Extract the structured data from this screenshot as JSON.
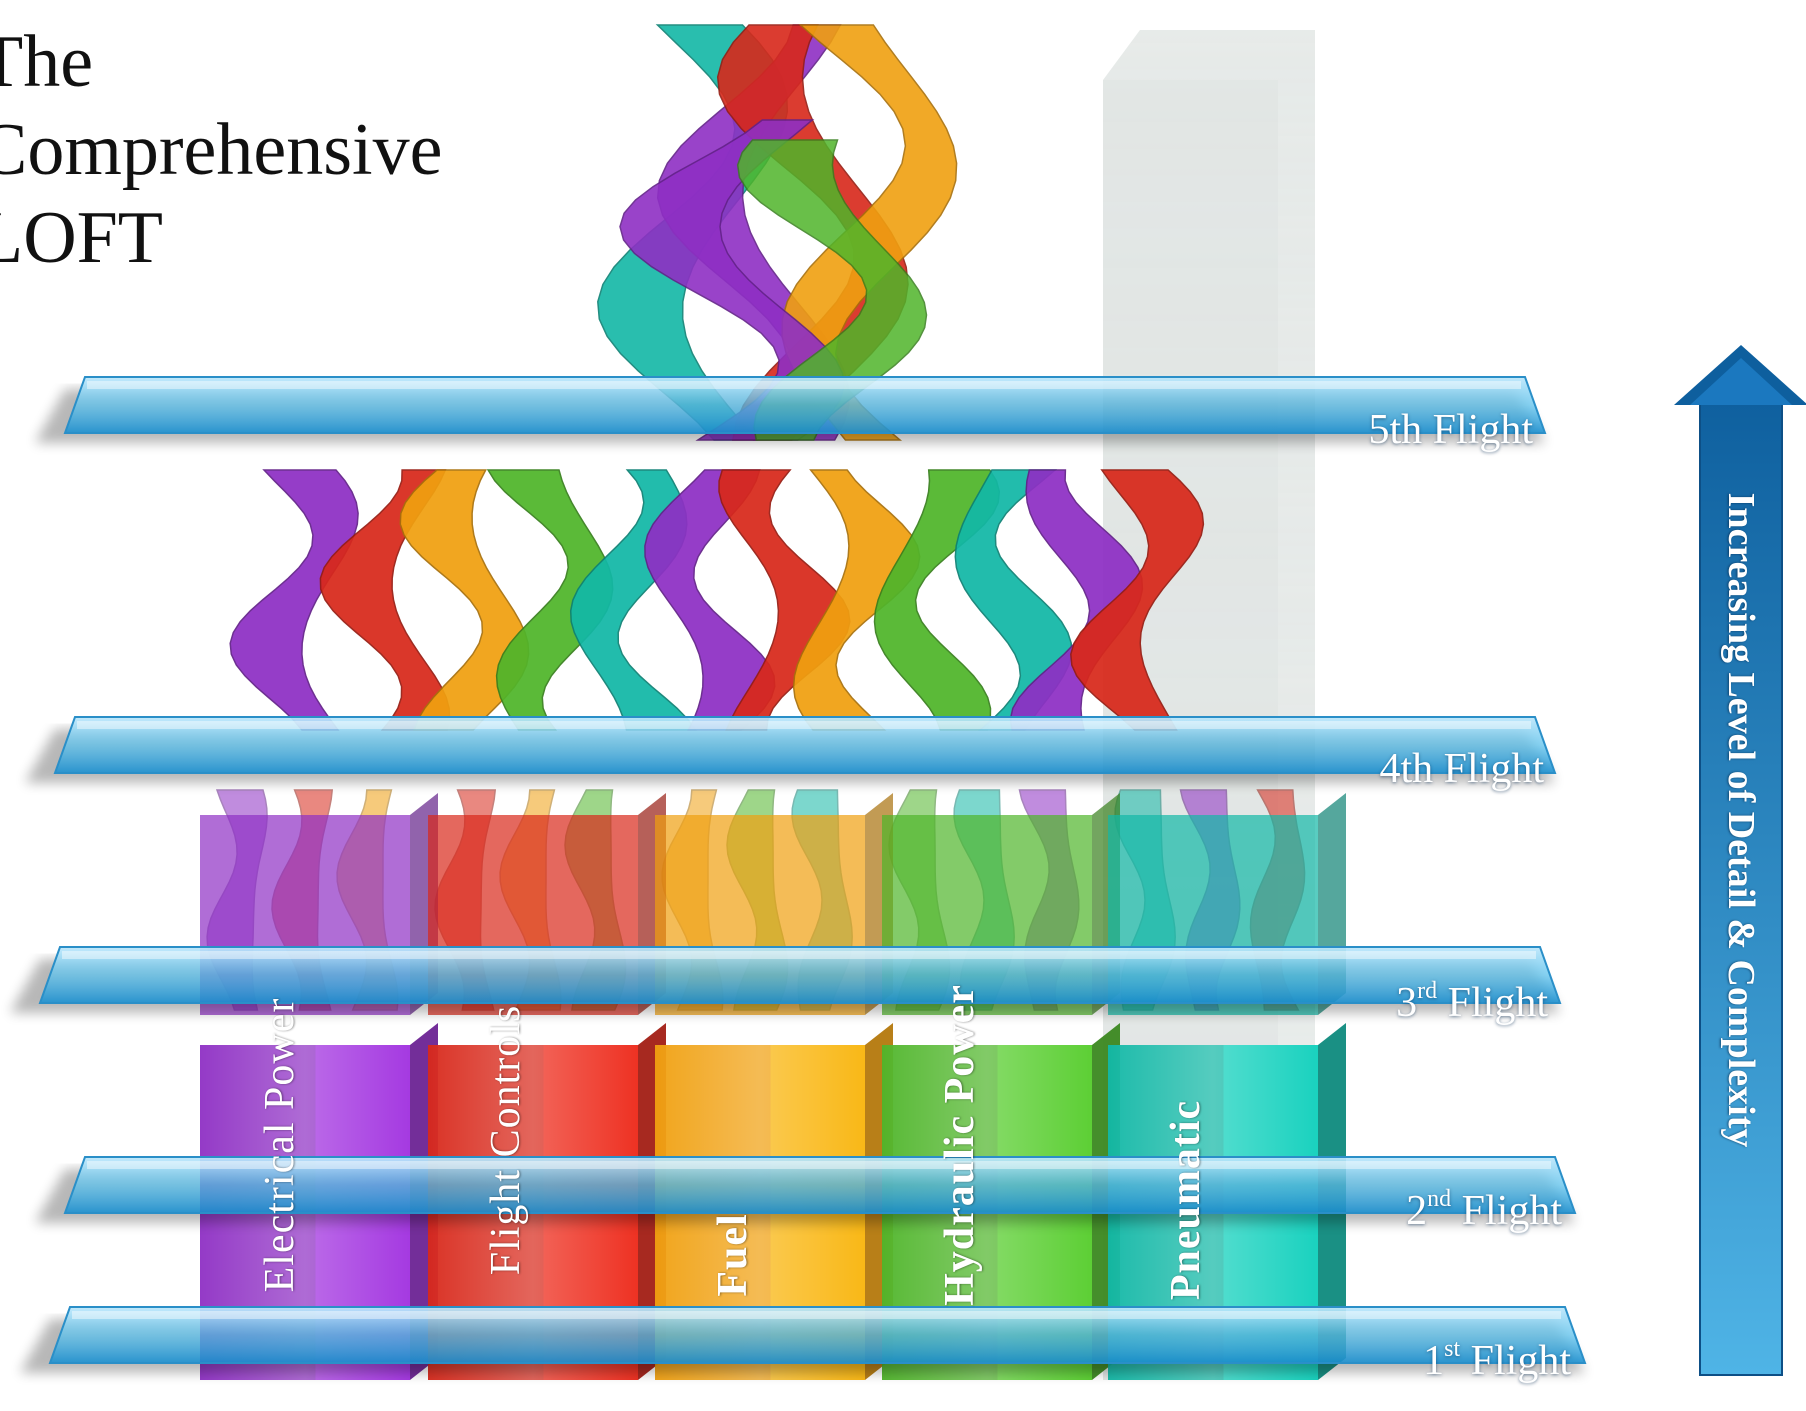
{
  "title": {
    "lines": [
      "The",
      "Comprehensive",
      "LOFT"
    ]
  },
  "columns": [
    {
      "label": "Electrical Power",
      "color": "#8e2fc4",
      "bold": false
    },
    {
      "label": "Flight Controls",
      "color": "#d8281a",
      "bold": false
    },
    {
      "label": "Fuel",
      "color": "#f0a010",
      "bold": true
    },
    {
      "label": "Hydraulic Power",
      "color": "#4fb52a",
      "bold": true
    },
    {
      "label": "Pneumatic",
      "color": "#12b8a6",
      "bold": true
    }
  ],
  "flights": [
    {
      "name": "5th Flight",
      "ord": "5",
      "sup": "th"
    },
    {
      "name": "4th Flight",
      "ord": "4",
      "sup": "th"
    },
    {
      "name": "3rd Flight",
      "ord": "3",
      "sup": "rd"
    },
    {
      "name": "2nd Flight",
      "ord": "2",
      "sup": "nd"
    },
    {
      "name": "1st Flight",
      "ord": "1",
      "sup": "st"
    }
  ],
  "arrow": {
    "label": "Increasing Level of Detail & Complexity",
    "color": "#1f74b8"
  },
  "ribbon_colors": [
    "#8e2fc4",
    "#d8281a",
    "#f0a010",
    "#4fb52a",
    "#12b8a6"
  ]
}
